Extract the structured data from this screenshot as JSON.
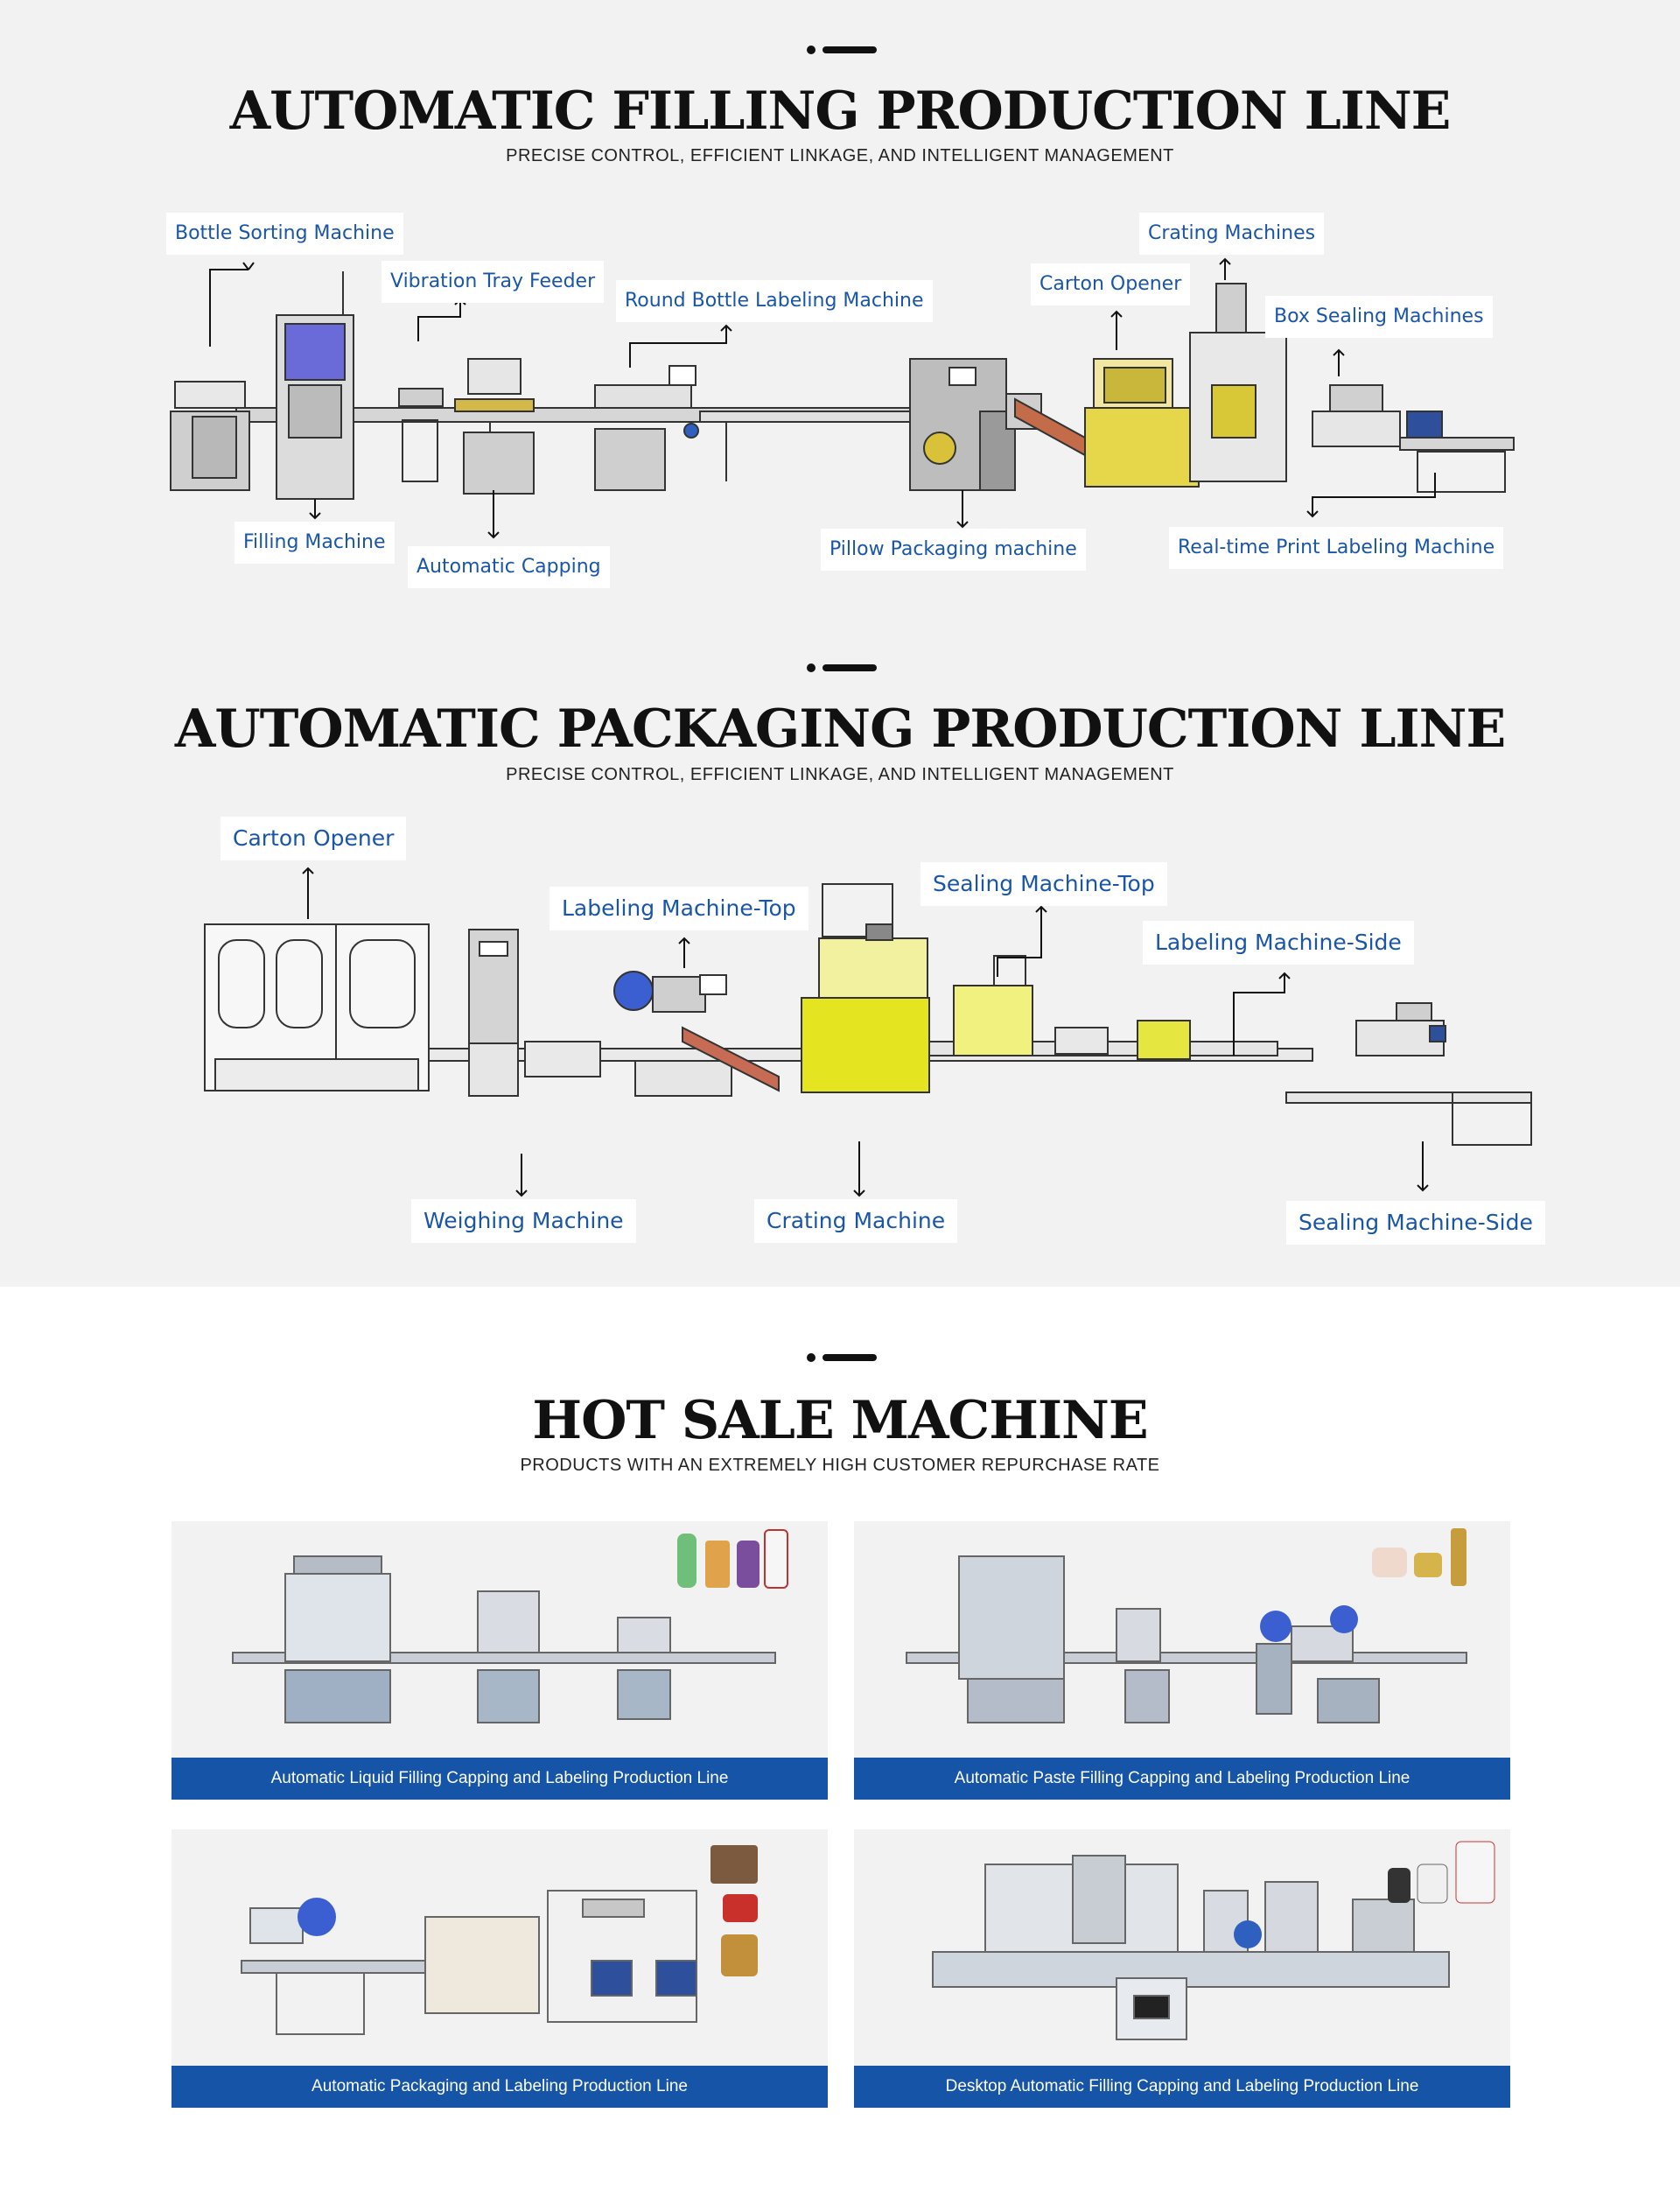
{
  "filling_section": {
    "title": "AUTOMATIC FILLING PRODUCTION LINE",
    "subtitle": "PRECISE CONTROL, EFFICIENT LINKAGE, AND INTELLIGENT MANAGEMENT",
    "labels": {
      "bottle_sorting": "Bottle Sorting Machine",
      "vibration_tray": "Vibration Tray Feeder",
      "round_bottle_labeling": "Round Bottle Labeling Machine",
      "carton_opener": "Carton Opener",
      "crating": "Crating Machines",
      "box_sealing": "Box Sealing Machines",
      "filling": "Filling Machine",
      "automatic_capping": "Automatic Capping",
      "pillow_packaging": "Pillow Packaging machine",
      "realtime_print_labeling": "Real-time Print Labeling Machine"
    }
  },
  "packaging_section": {
    "title": "AUTOMATIC PACKAGING PRODUCTION LINE",
    "subtitle": "PRECISE CONTROL, EFFICIENT LINKAGE, AND INTELLIGENT MANAGEMENT",
    "labels": {
      "carton_opener": "Carton Opener",
      "labeling_top": "Labeling Machine-Top",
      "sealing_top": "Sealing Machine-Top",
      "labeling_side": "Labeling Machine-Side",
      "weighing": "Weighing Machine",
      "crating": "Crating Machine",
      "sealing_side": "Sealing Machine-Side"
    }
  },
  "hot_sale": {
    "title": "HOT SALE MACHINE",
    "subtitle": "PRODUCTS WITH AN EXTREMELY HIGH CUSTOMER REPURCHASE RATE",
    "products": [
      {
        "caption": "Automatic Liquid Filling Capping and Labeling Production Line"
      },
      {
        "caption": "Automatic Paste Filling Capping and Labeling Production Line"
      },
      {
        "caption": "Automatic Packaging and Labeling Production Line"
      },
      {
        "caption": "Desktop Automatic Filling Capping and Labeling Production Line"
      }
    ]
  },
  "colors": {
    "label_text": "#1a56a8",
    "caption_bar": "#1554a7",
    "section_bg": "#f2f2f2",
    "machine_yellow": "#e6e619",
    "machine_gray": "#8a8a8a"
  }
}
